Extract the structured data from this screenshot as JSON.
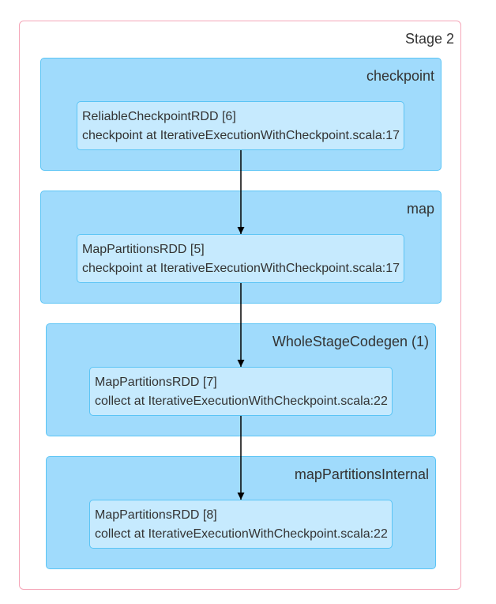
{
  "stage": {
    "title": "Stage 2"
  },
  "clusters": [
    {
      "title": "checkpoint",
      "node": {
        "rdd": "ReliableCheckpointRDD [6]",
        "callsite": "checkpoint at IterativeExecutionWithCheckpoint.scala:17"
      }
    },
    {
      "title": "map",
      "node": {
        "rdd": "MapPartitionsRDD [5]",
        "callsite": "checkpoint at IterativeExecutionWithCheckpoint.scala:17"
      }
    },
    {
      "title": "WholeStageCodegen (1)",
      "node": {
        "rdd": "MapPartitionsRDD [7]",
        "callsite": "collect at IterativeExecutionWithCheckpoint.scala:22"
      }
    },
    {
      "title": "mapPartitionsInternal",
      "node": {
        "rdd": "MapPartitionsRDD [8]",
        "callsite": "collect at IterativeExecutionWithCheckpoint.scala:22"
      }
    }
  ],
  "colors": {
    "stage_border": "#f5a6b8",
    "cluster_fill": "#a0dbfc",
    "node_fill": "#c6eafe",
    "node_border": "#5bc4f5",
    "edge": "#000000"
  }
}
